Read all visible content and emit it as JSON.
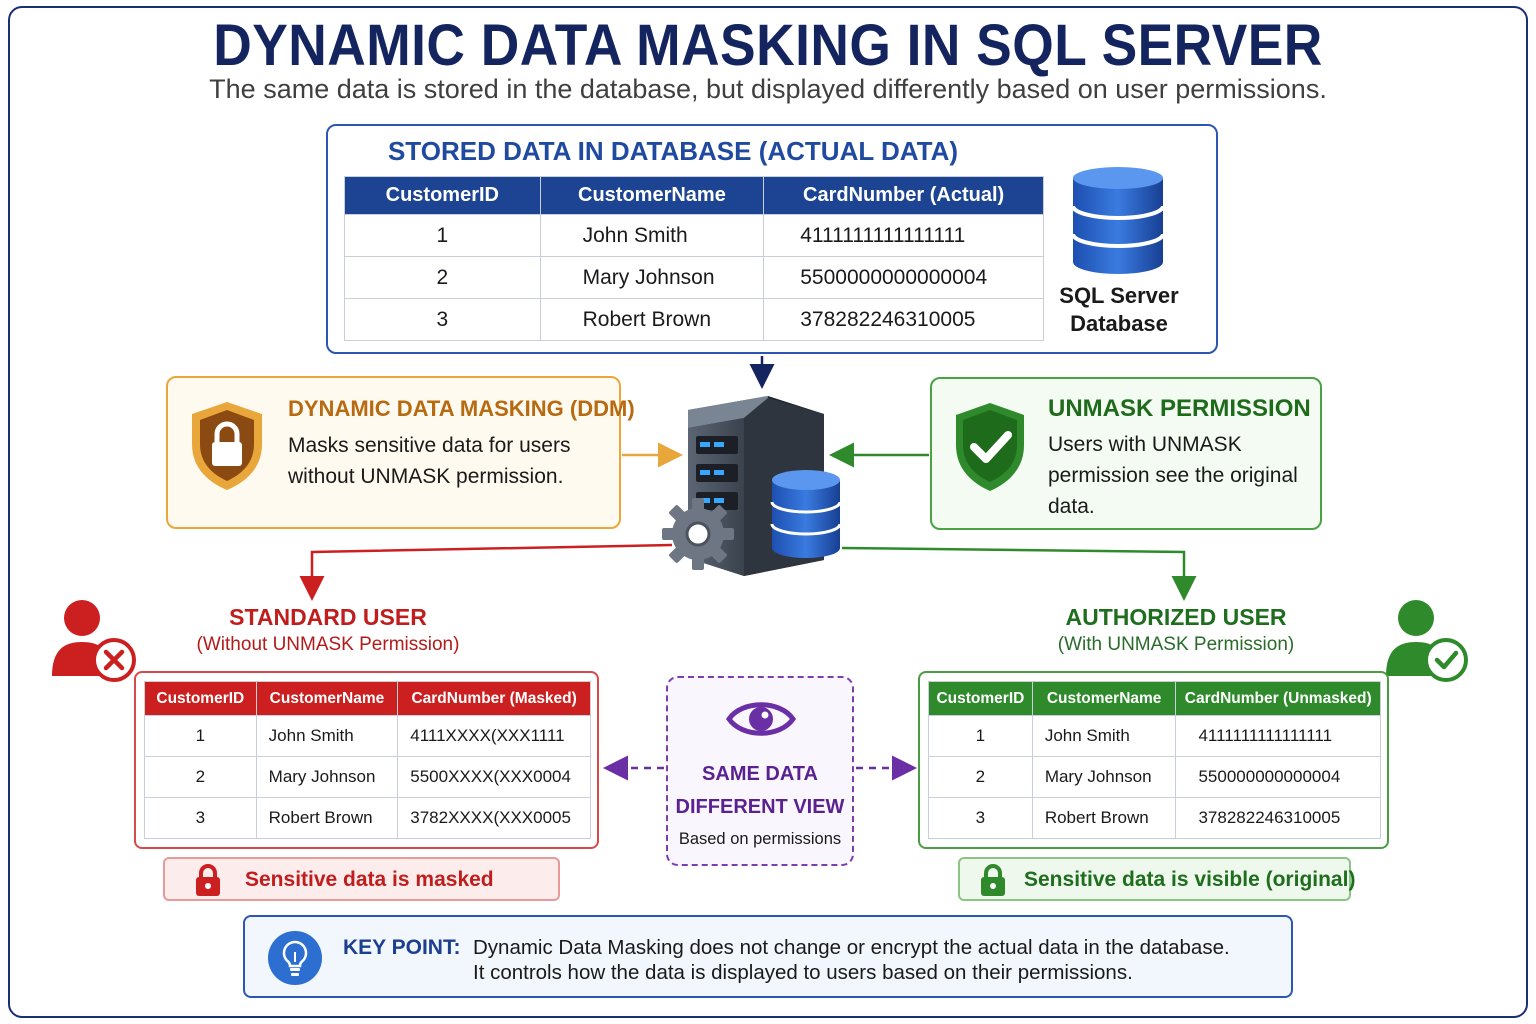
{
  "title": "DYNAMIC DATA MASKING IN SQL SERVER",
  "subtitle": "The same data is stored in the database, but displayed differently based on user permissions.",
  "stored": {
    "title": "STORED DATA IN DATABASE (ACTUAL DATA)",
    "headers": [
      "CustomerID",
      "CustomerName",
      "CardNumber (Actual)"
    ],
    "rows": [
      [
        "1",
        "John Smith",
        "4111111111111111"
      ],
      [
        "2",
        "Mary Johnson",
        "5500000000000004"
      ],
      [
        "3",
        "Robert Brown",
        "378282246310005"
      ]
    ],
    "db_label_1": "SQL Server",
    "db_label_2": "Database"
  },
  "ddm": {
    "title": "DYNAMIC DATA MASKING (DDM)",
    "description": "Masks sensitive data for users without UNMASK permission."
  },
  "unmask": {
    "title": "UNMASK PERMISSION",
    "description": "Users with UNMASK permission see the original data."
  },
  "standard_user": {
    "title": "STANDARD USER",
    "subtitle": "(Without UNMASK Permission)",
    "headers": [
      "CustomerID",
      "CustomerName",
      "CardNumber (Masked)"
    ],
    "rows": [
      [
        "1",
        "John Smith",
        "4111XXXX(XXX1111"
      ],
      [
        "2",
        "Mary Johnson",
        "5500XXXX(XXX0004"
      ],
      [
        "3",
        "Robert Brown",
        "3782XXXX(XXX0005"
      ]
    ],
    "status": "Sensitive data is masked"
  },
  "authorized_user": {
    "title": "AUTHORIZED USER",
    "subtitle": "(With UNMASK Permission)",
    "headers": [
      "CustomerID",
      "CustomerName",
      "CardNumber (Unmasked)"
    ],
    "rows": [
      [
        "1",
        "John Smith",
        "4111111111111111"
      ],
      [
        "2",
        "Mary Johnson",
        "550000000000004"
      ],
      [
        "3",
        "Robert Brown",
        "378282246310005"
      ]
    ],
    "status": "Sensitive data is visible (original)"
  },
  "center": {
    "title_1": "SAME DATA",
    "title_2": "DIFFERENT VIEW",
    "subtitle": "Based on permissions"
  },
  "key_point": {
    "label": "KEY POINT:",
    "line_1": "Dynamic Data Masking does not change or encrypt the actual data in the database.",
    "line_2": "It controls how the data is displayed to users based on their permissions."
  },
  "icons": {
    "database": "database-icon",
    "server": "server-icon",
    "gear": "gear-icon",
    "shield_lock": "shield-lock-icon",
    "shield_check": "shield-check-icon",
    "user_denied": "user-denied-icon",
    "user_approved": "user-approved-icon",
    "eye": "eye-icon",
    "padlock": "padlock-icon",
    "lightbulb": "lightbulb-icon"
  },
  "colors": {
    "navy": "#13245f",
    "blue": "#1c4492",
    "orange": "#e9a73b",
    "red": "#cc2020",
    "green": "#2f8a2b",
    "purple": "#7a3eb0"
  }
}
